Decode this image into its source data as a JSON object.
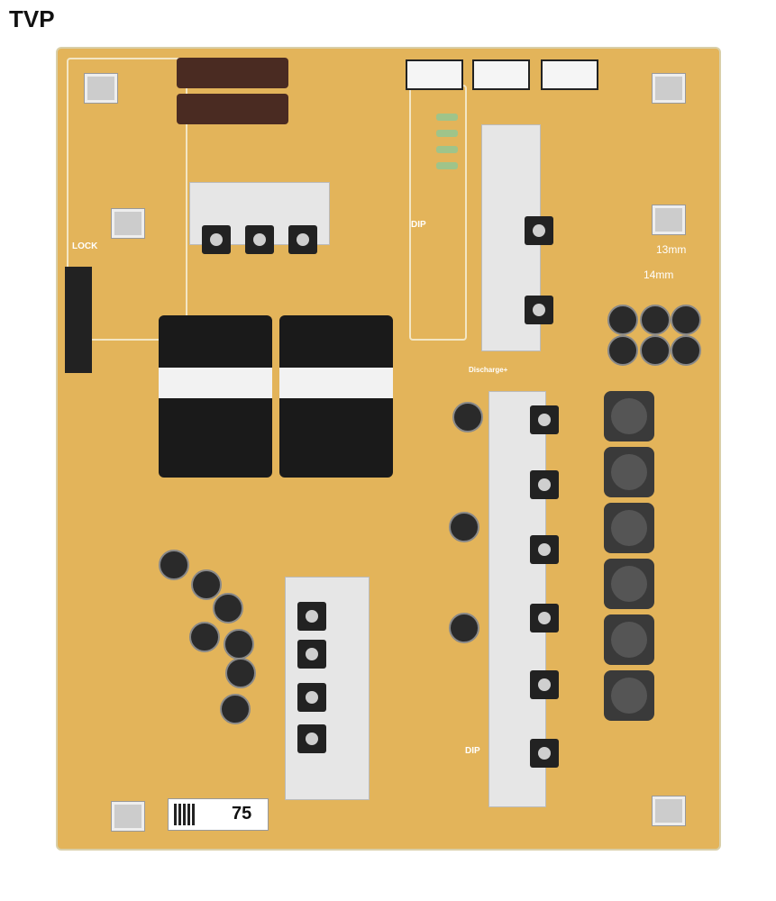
{
  "watermark": "TVP",
  "board": {
    "label_number": "75",
    "silkscreen": {
      "lock": "LOCK",
      "dip": "DIP",
      "size_13": "13mm",
      "size_14": "14mm",
      "discharge": "Discharge+"
    }
  },
  "colors": {
    "board": "#e3b45a",
    "heatsink": "#e6e6e6",
    "component": "#222222"
  }
}
